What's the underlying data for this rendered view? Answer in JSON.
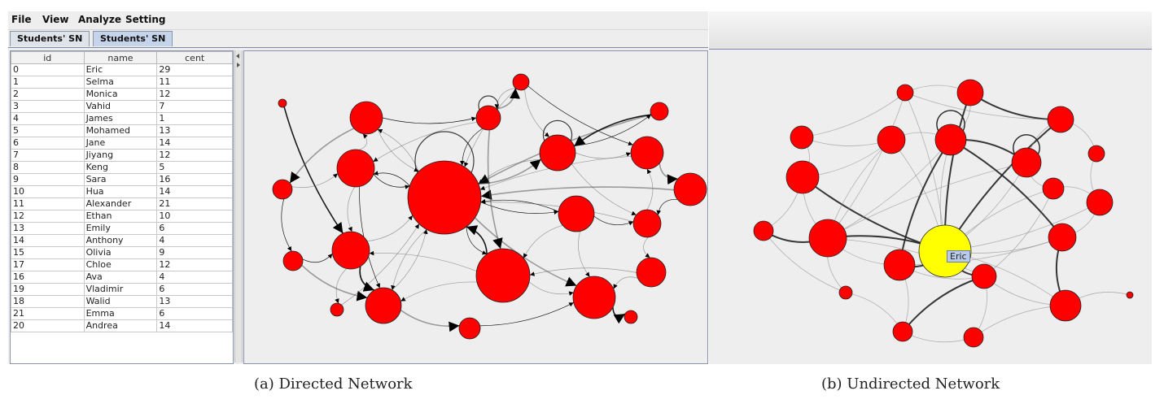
{
  "menubar": {
    "items": [
      {
        "label": "File"
      },
      {
        "label": "View"
      },
      {
        "label": "Analyze"
      },
      {
        "label": "Setting"
      }
    ]
  },
  "tabs": [
    {
      "label": "Students' SN",
      "active": false
    },
    {
      "label": "Students' SN",
      "active": true
    }
  ],
  "table": {
    "columns": [
      "id",
      "name",
      "cent"
    ],
    "rows": [
      [
        "0",
        "Eric",
        "29"
      ],
      [
        "1",
        "Selma",
        "11"
      ],
      [
        "2",
        "Monica",
        "12"
      ],
      [
        "3",
        "Vahid",
        "7"
      ],
      [
        "4",
        "James",
        "1"
      ],
      [
        "5",
        "Mohamed",
        "13"
      ],
      [
        "6",
        "Jane",
        "14"
      ],
      [
        "7",
        "Jiyang",
        "12"
      ],
      [
        "8",
        "Keng",
        "5"
      ],
      [
        "9",
        "Sara",
        "16"
      ],
      [
        "10",
        "Hua",
        "14"
      ],
      [
        "11",
        "Alexander",
        "21"
      ],
      [
        "12",
        "Ethan",
        "10"
      ],
      [
        "13",
        "Emily",
        "6"
      ],
      [
        "14",
        "Anthony",
        "4"
      ],
      [
        "15",
        "Olivia",
        "9"
      ],
      [
        "17",
        "Chloe",
        "12"
      ],
      [
        "16",
        "Ava",
        "4"
      ],
      [
        "19",
        "Vladimir",
        "6"
      ],
      [
        "18",
        "Walid",
        "13"
      ],
      [
        "21",
        "Emma",
        "6"
      ],
      [
        "20",
        "Andrea",
        "14"
      ]
    ]
  },
  "graph_b": {
    "tooltip": "Eric"
  },
  "colors": {
    "node": "#ff0000",
    "highlight": "#ffff00",
    "edge": "#000000"
  },
  "captions": {
    "a": "(a) Directed Network",
    "b": "(b) Undirected Network"
  }
}
